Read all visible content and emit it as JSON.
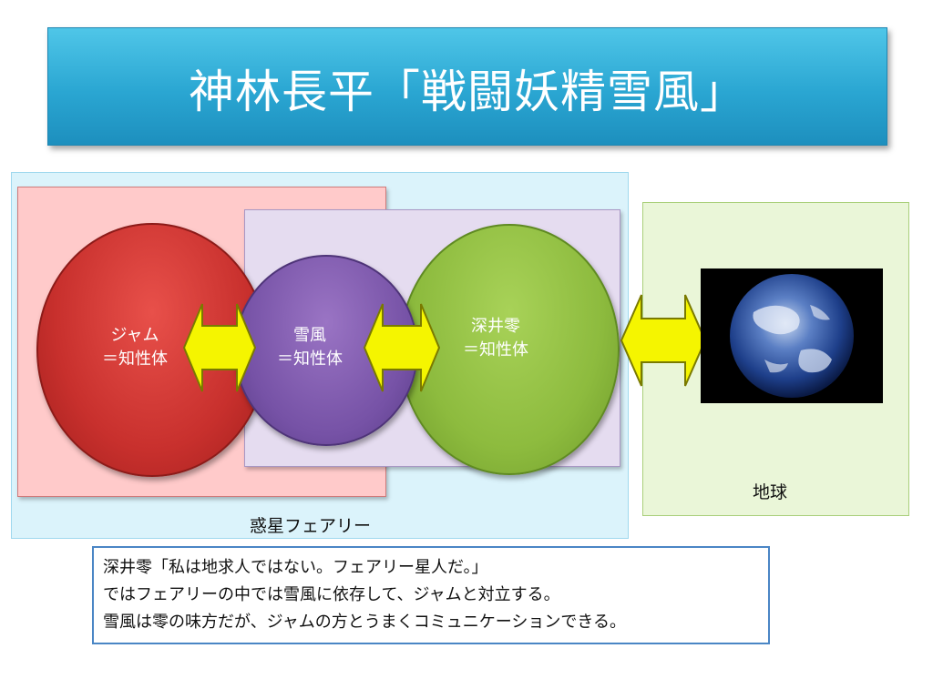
{
  "title": "神林長平「戦闘妖精雪風」",
  "diagram": {
    "planet_label": "惑星フェアリー",
    "earth_label": "地球",
    "entities": [
      {
        "line1": "ジャム",
        "line2": "＝知性体",
        "color": "#c8302d"
      },
      {
        "line1": "雪風",
        "line2": "＝知性体",
        "color": "#7652a6"
      },
      {
        "line1": "深井零",
        "line2": "＝知性体",
        "color": "#8dbb3e"
      }
    ],
    "arrow_color": "#f5f500",
    "earth_image_icon": "earth-globe-icon"
  },
  "caption": {
    "lines": [
      "深井零「私は地求人ではない。フェアリー星人だ。」",
      "ではフェアリーの中では雪風に依存して、ジャムと対立する。",
      "雪風は零の味方だが、ジャムの方とうまくコミュニケーションできる。"
    ]
  }
}
